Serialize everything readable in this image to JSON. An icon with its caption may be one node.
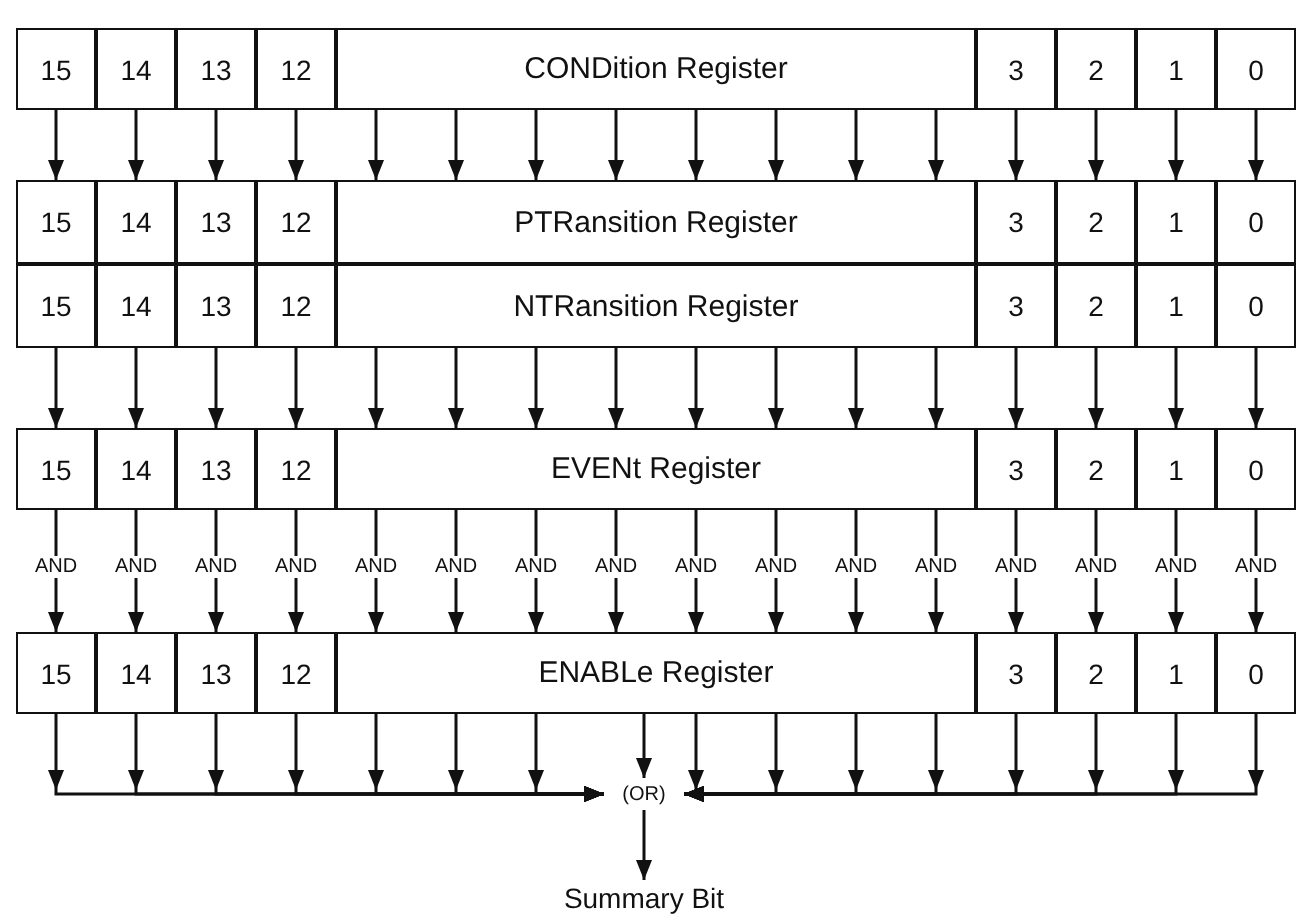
{
  "diagram": {
    "nodes": [
      {
        "text": [
          "15"
        ]
      },
      {
        "text": [
          "14"
        ]
      },
      {
        "text": [
          "13"
        ]
      },
      {
        "text": [
          "12"
        ]
      },
      {
        "text": [
          "CONDition Register"
        ]
      },
      {
        "text": [
          "3"
        ]
      },
      {
        "text": [
          "2"
        ]
      },
      {
        "text": [
          "1"
        ]
      },
      {
        "text": [
          "0"
        ]
      },
      {
        "text": [
          "15"
        ]
      },
      {
        "text": [
          "14"
        ]
      },
      {
        "text": [
          "13"
        ]
      },
      {
        "text": [
          "12"
        ]
      },
      {
        "text": [
          "PTRansition Register"
        ]
      },
      {
        "text": [
          "3"
        ]
      },
      {
        "text": [
          "2"
        ]
      },
      {
        "text": [
          "1"
        ]
      },
      {
        "text": [
          "0"
        ]
      },
      {
        "text": [
          "15"
        ]
      },
      {
        "text": [
          "14"
        ]
      },
      {
        "text": [
          "13"
        ]
      },
      {
        "text": [
          "12"
        ]
      },
      {
        "text": [
          "NTRansition Register"
        ]
      },
      {
        "text": [
          "3"
        ]
      },
      {
        "text": [
          "2"
        ]
      },
      {
        "text": [
          "1"
        ]
      },
      {
        "text": [
          "0"
        ]
      },
      {
        "text": [
          "15"
        ]
      },
      {
        "text": [
          "14"
        ]
      },
      {
        "text": [
          "13"
        ]
      },
      {
        "text": [
          "12"
        ]
      },
      {
        "text": [
          "EVENt Register"
        ]
      },
      {
        "text": [
          "3"
        ]
      },
      {
        "text": [
          "2"
        ]
      },
      {
        "text": [
          "1"
        ]
      },
      {
        "text": [
          "0"
        ]
      },
      {
        "text": [
          "15"
        ]
      },
      {
        "text": [
          "14"
        ]
      },
      {
        "text": [
          "13"
        ]
      },
      {
        "text": [
          "12"
        ]
      },
      {
        "text": [
          "ENABLe Register"
        ]
      },
      {
        "text": [
          "3"
        ]
      },
      {
        "text": [
          "2"
        ]
      },
      {
        "text": [
          "1"
        ]
      },
      {
        "text": [
          "0"
        ]
      },
      {
        "text": [
          "(OR)"
        ]
      },
      {
        "text": [
          "Summary Bit"
        ]
      }
    ],
    "edges": [
      {
        "from": 0,
        "to": 9,
        "arrow": "to"
      },
      {
        "from": 1,
        "to": 10,
        "arrow": "to"
      },
      {
        "from": 2,
        "to": 11,
        "arrow": "to"
      },
      {
        "from": 3,
        "to": 12,
        "arrow": "to"
      },
      {
        "from": 4,
        "to": 13,
        "arrow": "to"
      },
      {
        "from": 4,
        "to": 13,
        "arrow": "to"
      },
      {
        "from": 4,
        "to": 13,
        "arrow": "to"
      },
      {
        "from": 4,
        "to": 13,
        "arrow": "to"
      },
      {
        "from": 4,
        "to": 13,
        "arrow": "to"
      },
      {
        "from": 4,
        "to": 13,
        "arrow": "to"
      },
      {
        "from": 4,
        "to": 13,
        "arrow": "to"
      },
      {
        "from": 4,
        "to": 13,
        "arrow": "to"
      },
      {
        "from": 5,
        "to": 14,
        "arrow": "to"
      },
      {
        "from": 6,
        "to": 15,
        "arrow": "to"
      },
      {
        "from": 7,
        "to": 16,
        "arrow": "to"
      },
      {
        "from": 8,
        "to": 17,
        "arrow": "to"
      },
      {
        "from": 18,
        "to": 27,
        "arrow": "to"
      },
      {
        "from": 19,
        "to": 28,
        "arrow": "to"
      },
      {
        "from": 20,
        "to": 29,
        "arrow": "to"
      },
      {
        "from": 21,
        "to": 30,
        "arrow": "to"
      },
      {
        "from": 22,
        "to": 31,
        "arrow": "to"
      },
      {
        "from": 22,
        "to": 31,
        "arrow": "to"
      },
      {
        "from": 22,
        "to": 31,
        "arrow": "to"
      },
      {
        "from": 22,
        "to": 31,
        "arrow": "to"
      },
      {
        "from": 22,
        "to": 31,
        "arrow": "to"
      },
      {
        "from": 22,
        "to": 31,
        "arrow": "to"
      },
      {
        "from": 22,
        "to": 31,
        "arrow": "to"
      },
      {
        "from": 22,
        "to": 31,
        "arrow": "to"
      },
      {
        "from": 23,
        "to": 32,
        "arrow": "to"
      },
      {
        "from": 24,
        "to": 33,
        "arrow": "to"
      },
      {
        "from": 25,
        "to": 34,
        "arrow": "to"
      },
      {
        "from": 26,
        "to": 35,
        "arrow": "to"
      },
      {
        "from": 27,
        "to": 36,
        "label": "AND",
        "arrow": "to"
      },
      {
        "from": 28,
        "to": 37,
        "label": "AND",
        "arrow": "to"
      },
      {
        "from": 29,
        "to": 38,
        "label": "AND",
        "arrow": "to"
      },
      {
        "from": 30,
        "to": 39,
        "label": "AND",
        "arrow": "to"
      },
      {
        "from": 31,
        "to": 40,
        "label": "AND",
        "arrow": "to"
      },
      {
        "from": 31,
        "to": 40,
        "label": "AND",
        "arrow": "to"
      },
      {
        "from": 31,
        "to": 40,
        "label": "AND",
        "arrow": "to"
      },
      {
        "from": 31,
        "to": 40,
        "label": "AND",
        "arrow": "to"
      },
      {
        "from": 31,
        "to": 40,
        "label": "AND",
        "arrow": "to"
      },
      {
        "from": 31,
        "to": 40,
        "label": "AND",
        "arrow": "to"
      },
      {
        "from": 31,
        "to": 40,
        "label": "AND",
        "arrow": "to"
      },
      {
        "from": 31,
        "to": 40,
        "label": "AND",
        "arrow": "to"
      },
      {
        "from": 32,
        "to": 41,
        "label": "AND",
        "arrow": "to"
      },
      {
        "from": 33,
        "to": 42,
        "label": "AND",
        "arrow": "to"
      },
      {
        "from": 34,
        "to": 43,
        "label": "AND",
        "arrow": "to"
      },
      {
        "from": 35,
        "to": 44,
        "label": "AND",
        "arrow": "to"
      },
      {
        "from": 36,
        "to": 45,
        "arrow": "to"
      },
      {
        "from": 37,
        "to": 45,
        "arrow": "to"
      },
      {
        "from": 38,
        "to": 45,
        "arrow": "to"
      },
      {
        "from": 39,
        "to": 45,
        "arrow": "to"
      },
      {
        "from": 40,
        "to": 45,
        "arrow": "to"
      },
      {
        "from": 40,
        "to": 45,
        "arrow": "to"
      },
      {
        "from": 40,
        "to": 45,
        "arrow": "to"
      },
      {
        "from": 40,
        "to": 45,
        "arrow": "to"
      },
      {
        "from": 40,
        "to": 45,
        "arrow": "to"
      },
      {
        "from": 40,
        "to": 45,
        "arrow": "to"
      },
      {
        "from": 40,
        "to": 45,
        "arrow": "to"
      },
      {
        "from": 40,
        "to": 45,
        "arrow": "to"
      },
      {
        "from": 41,
        "to": 45,
        "arrow": "to"
      },
      {
        "from": 42,
        "to": 45,
        "arrow": "to"
      },
      {
        "from": 43,
        "to": 45,
        "arrow": "to"
      },
      {
        "from": 44,
        "to": 45,
        "arrow": "to"
      },
      {
        "from": 45,
        "to": 46,
        "arrow": "to"
      }
    ]
  }
}
